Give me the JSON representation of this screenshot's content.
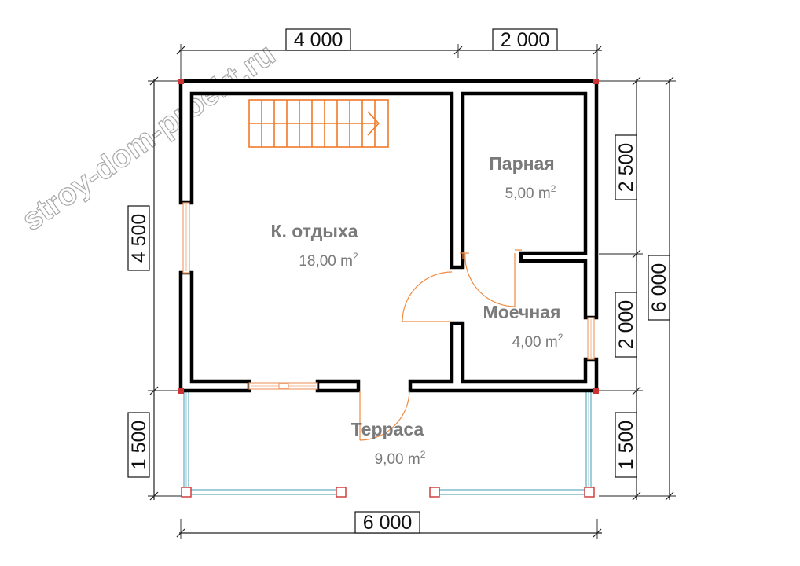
{
  "watermark": "stroy-dom-proekt.ru",
  "dimensions": {
    "top_left": "4 000",
    "top_right": "2 000",
    "left_main": "4 500",
    "left_terrace": "1 500",
    "right_upper": "2 500",
    "right_lower": "2 000",
    "right_terrace": "1 500",
    "right_total": "6 000",
    "bottom_total": "6 000"
  },
  "rooms": {
    "rest": {
      "name": "К. отдыха",
      "area": "18,00 m",
      "sup": "2"
    },
    "steam": {
      "name": "Парная",
      "area": "5,00 m",
      "sup": "2"
    },
    "wash": {
      "name": "Моечная",
      "area": "4,00 m",
      "sup": "2"
    },
    "terrace": {
      "name": "Терраса",
      "area": "9,00 m",
      "sup": "2"
    }
  }
}
